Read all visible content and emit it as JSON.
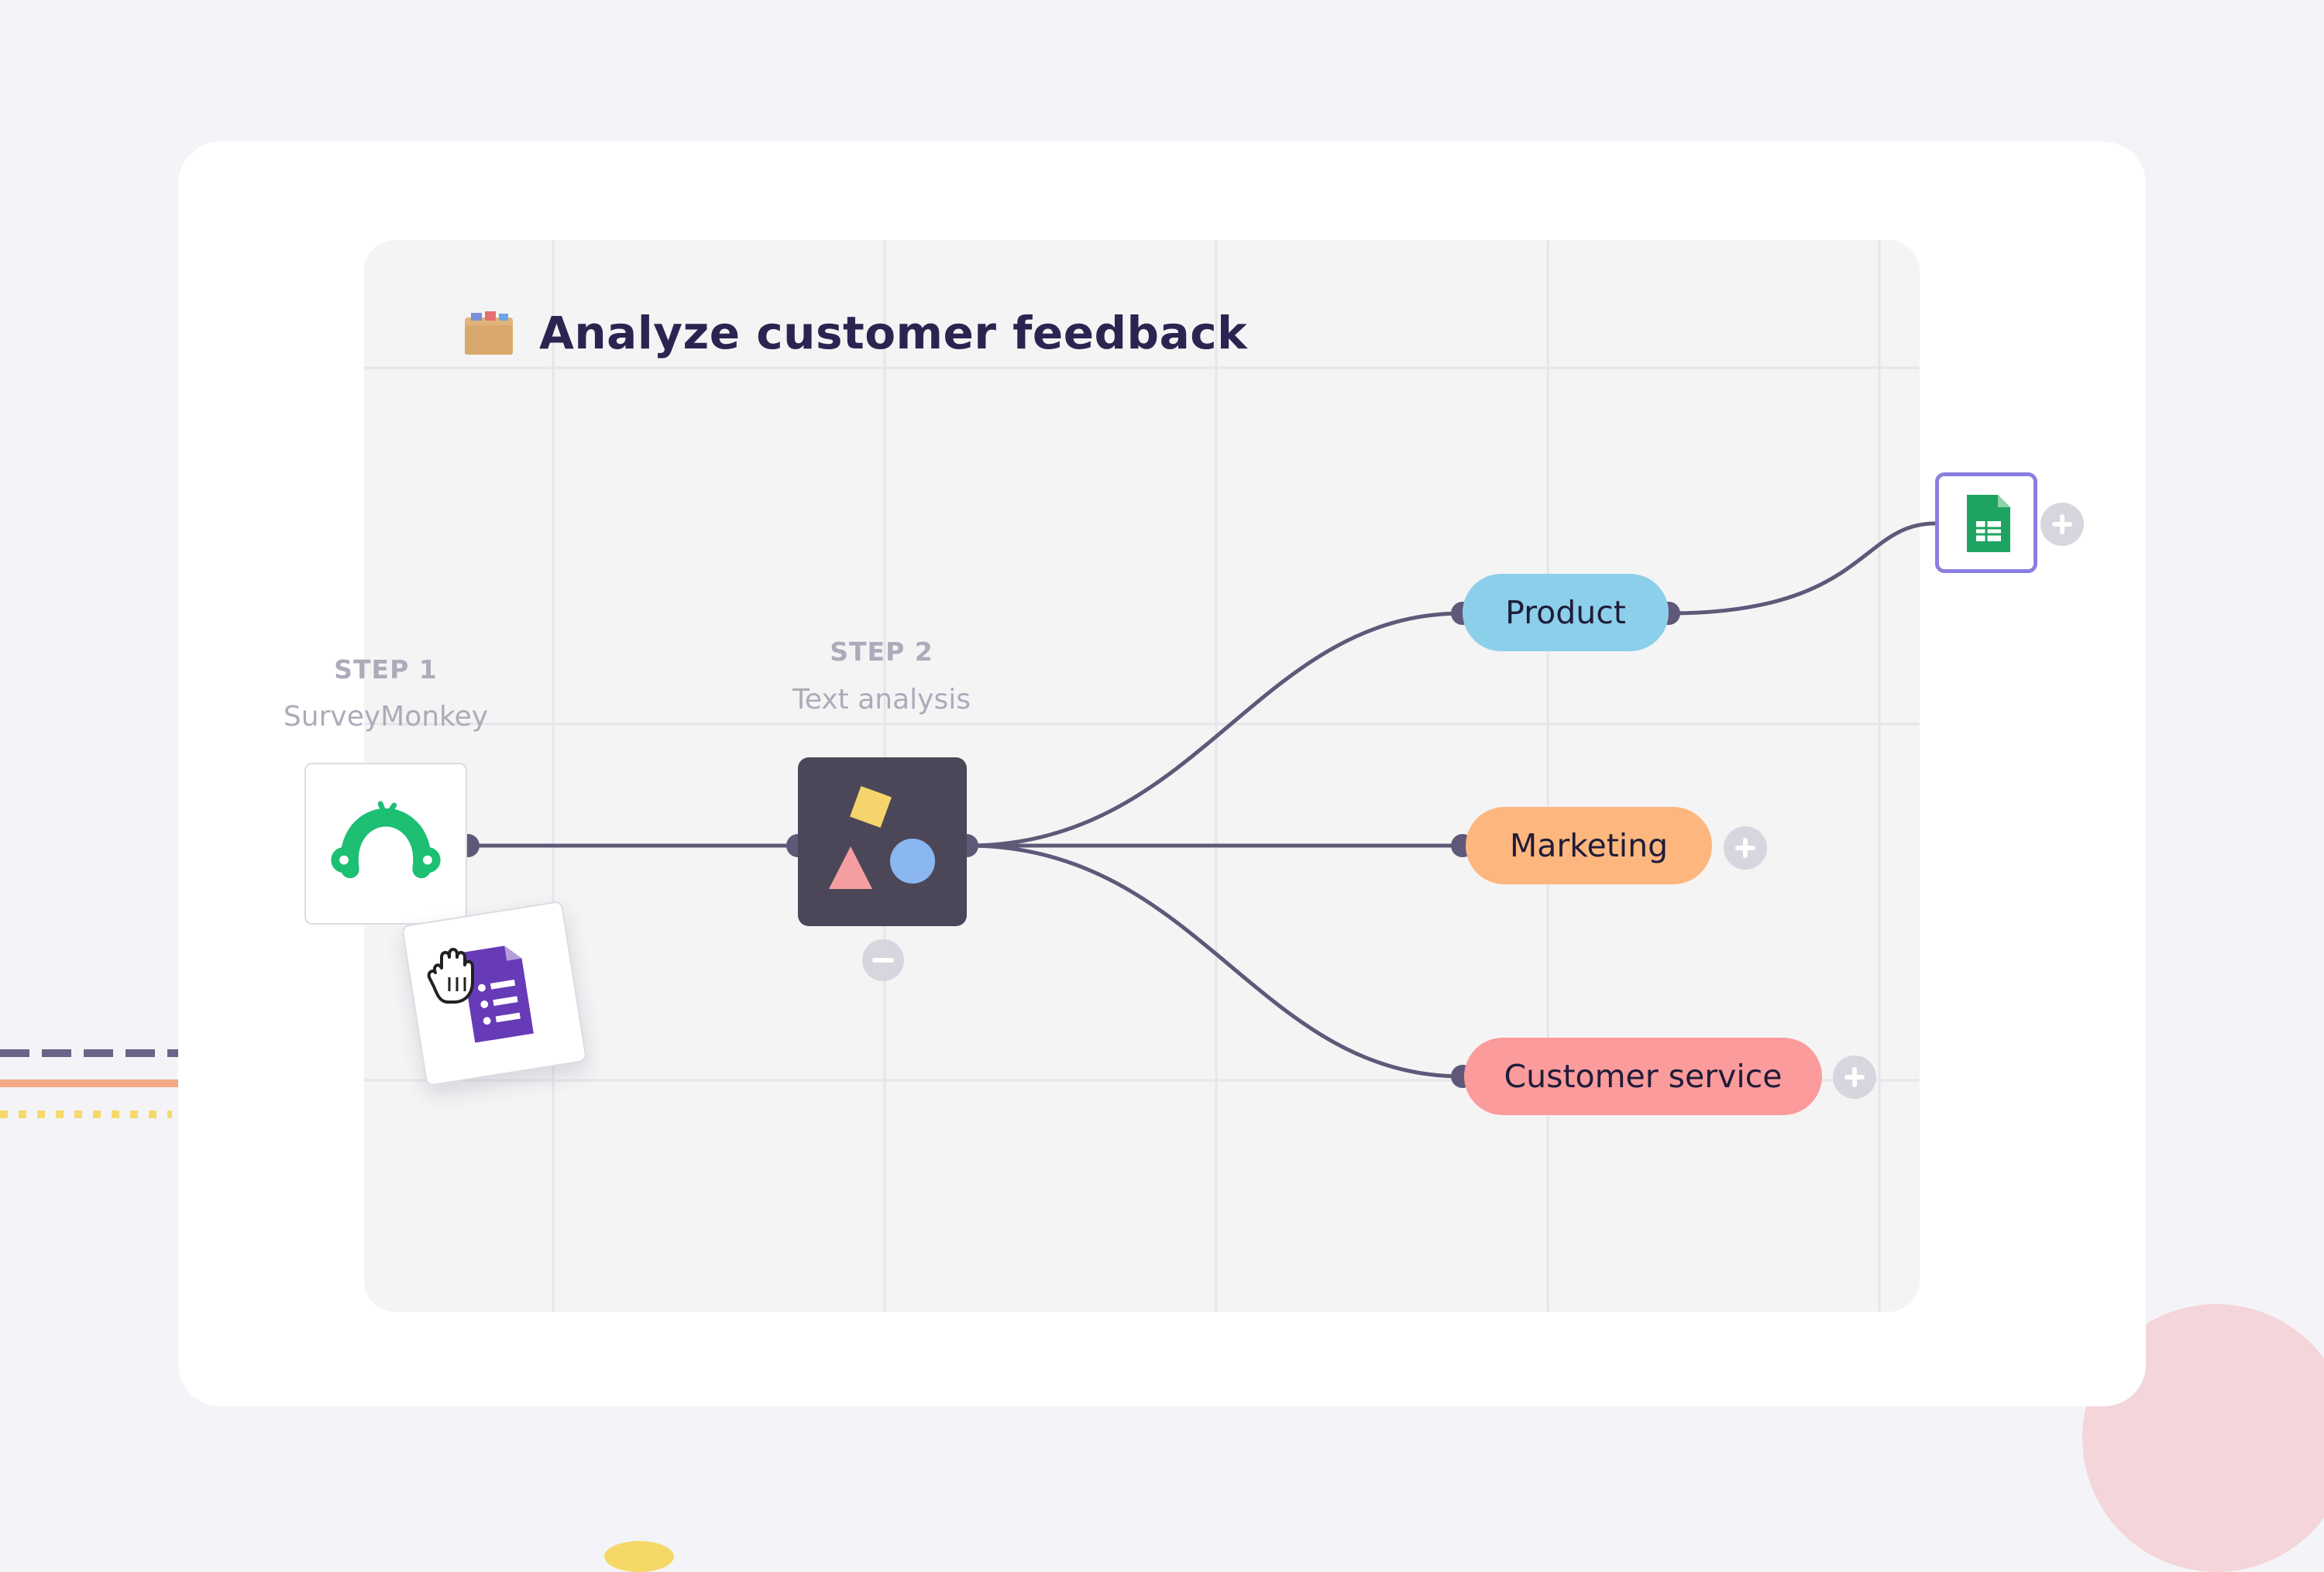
{
  "workflow": {
    "title": "Analyze customer feedback",
    "title_icon": "folder-emoji-icon"
  },
  "steps": [
    {
      "label": "STEP 1",
      "name": "SurveyMonkey",
      "icon": "surveymonkey-icon"
    },
    {
      "label": "STEP 2",
      "name": "Text analysis",
      "icon": "text-analysis-shapes-icon"
    }
  ],
  "dragged_item": {
    "icon": "google-forms-icon",
    "cursor": "grab-hand-cursor-icon"
  },
  "categories": [
    {
      "label": "Product",
      "color": "#8ccfea"
    },
    {
      "label": "Marketing",
      "color": "#fdb77e"
    },
    {
      "label": "Customer service",
      "color": "#fc9b9b"
    }
  ],
  "output": {
    "icon": "google-sheets-icon",
    "border_color": "#8a7fe0"
  },
  "colors": {
    "connector": "#5f5878",
    "title": "#2a2550",
    "background": "#f4f4f8",
    "node_dark": "#4b4759"
  }
}
